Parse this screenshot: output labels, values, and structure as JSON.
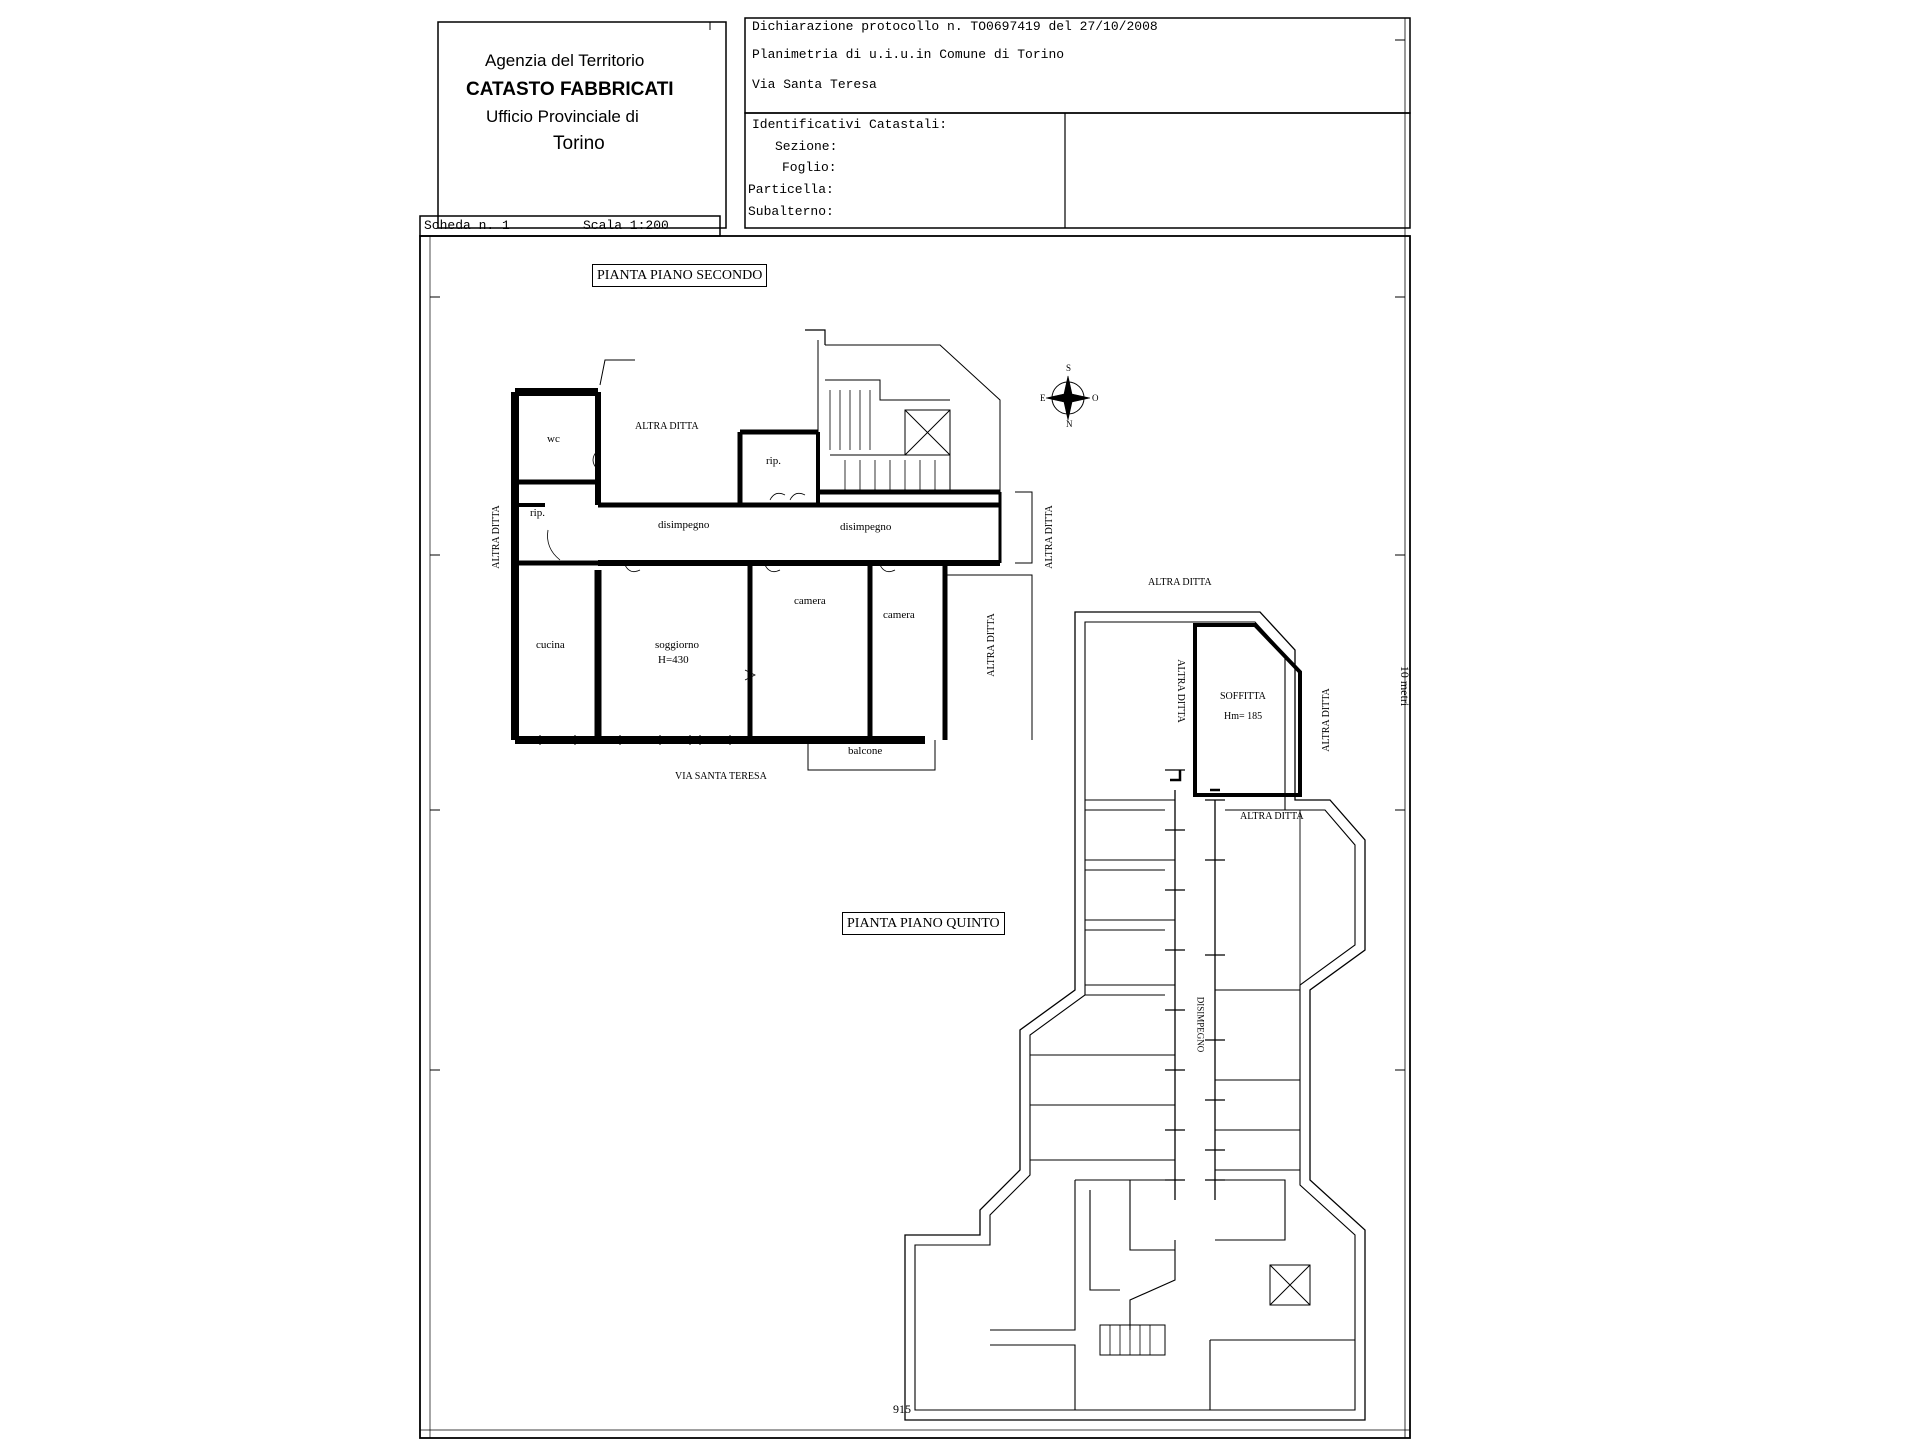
{
  "header": {
    "agency_line1": "Agenzia del Territorio",
    "agency_line2": "CATASTO FABBRICATI",
    "agency_line3": "Ufficio Provinciale di",
    "agency_line4": "Torino",
    "protocol": "Dichiarazione protocollo n. TO0697419 del  27/10/2008",
    "planimetria": "Planimetria di u.i.u.in Comune di Torino",
    "address": "Via Santa Teresa",
    "identificativi": "Identificativi Catastali:",
    "sezione": "Sezione:",
    "foglio": "Foglio:",
    "particella": "Particella:",
    "subalterno": "Subalterno:",
    "scheda": "Scheda n. 1",
    "scala": "Scala 1:200"
  },
  "plan_second": {
    "title": "PIANTA PIANO SECONDO",
    "rooms": {
      "wc": "wc",
      "altra_ditta_top": "ALTRA DITTA",
      "rip_top": "rip.",
      "rip_left": "rip.",
      "disimpegno_left": "disimpegno",
      "disimpegno_right": "disimpegno",
      "camera_mid": "camera",
      "camera_right": "camera",
      "cucina": "cucina",
      "soggiorno": "soggiorno",
      "soggiorno_h": "H=430",
      "balcone": "balcone",
      "street": "VIA SANTA TERESA",
      "altra_ditta_left": "ALTRA DITTA",
      "altra_ditta_right": "ALTRA DITTA",
      "altra_ditta_right2": "ALTRA DITTA"
    }
  },
  "plan_fifth": {
    "title": "PIANTA PIANO QUINTO",
    "labels": {
      "altra_ditta_top": "ALTRA DITTA",
      "altra_ditta_vert_left": "ALTRA DITTA",
      "soffitta": "SOFFITTA",
      "soffitta_h": "Hm= 185",
      "altra_ditta_vert_right": "ALTRA DITTA",
      "altra_ditta_mid": "ALTRA DITTA",
      "disimpegno": "DISIMPEGNO"
    }
  },
  "margin": {
    "scale_note": "10 metri",
    "page_mark": "915"
  },
  "compass": {
    "north": "N",
    "south": "S",
    "east": "E",
    "west": "O"
  }
}
